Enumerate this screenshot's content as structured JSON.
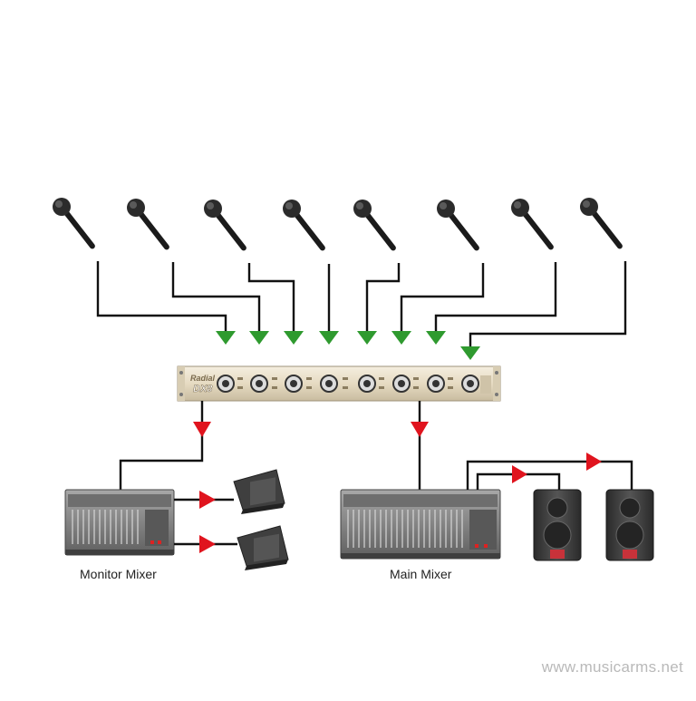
{
  "diagram": {
    "splitter": {
      "brand": "Radial",
      "model": "DX8",
      "channels": 8
    },
    "labels": {
      "monitor_mixer": "Monitor Mixer",
      "main_mixer": "Main Mixer"
    },
    "watermark": "www.musicarms.net",
    "colors": {
      "cable": "#111111",
      "input_arrow": "#2f9a2f",
      "output_arrow": "#e0141e",
      "rack_body": "#e9dfc9",
      "mixer_body": "#8c8c8c",
      "speaker_body": "#3a3a3a"
    },
    "counts": {
      "microphones": 8,
      "monitor_wedges": 2,
      "main_speakers": 2
    }
  }
}
